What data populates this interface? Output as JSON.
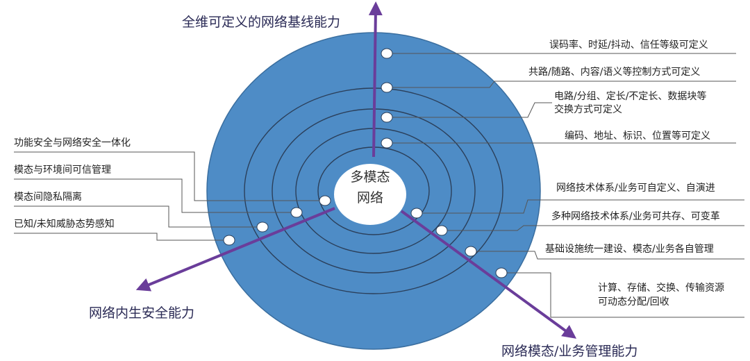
{
  "center": {
    "line1": "多模态",
    "line2": "网络"
  },
  "axes": {
    "top": "全维可定义的网络基线能力",
    "bottom_left": "网络内生安全能力",
    "bottom_right": "网络模态/业务管理能力"
  },
  "right_labels": [
    {
      "text": "误码率、时延/抖动、信任等级可定义"
    },
    {
      "text": "共路/随路、内容/语义等控制方式可定义"
    },
    {
      "text": "电路/分组、定长/不定长、数据块等",
      "text2": "交换方式可定义"
    },
    {
      "text": "编码、地址、标识、位置等可定义"
    }
  ],
  "left_labels": [
    {
      "text": "功能安全与网络安全一体化"
    },
    {
      "text": "模态与环境间可信管理"
    },
    {
      "text": "模态间隐私隔离"
    },
    {
      "text": "已知/未知威胁态势感知"
    }
  ],
  "lower_right_labels": [
    {
      "text": "网络技术体系/业务可自定义、自演进"
    },
    {
      "text": "多种网络技术体系/业务可共存、可变革"
    },
    {
      "text": "基础设施统一建设、模态/业务各自管理"
    },
    {
      "text": "计算、存储、交换、传输资源",
      "text2": "可动态分配/回收"
    }
  ],
  "colors": {
    "ellipse": "#4e8cc6",
    "ring": "#2b3f5a",
    "arrow": "#6a3d9a",
    "leader": "#555555"
  }
}
